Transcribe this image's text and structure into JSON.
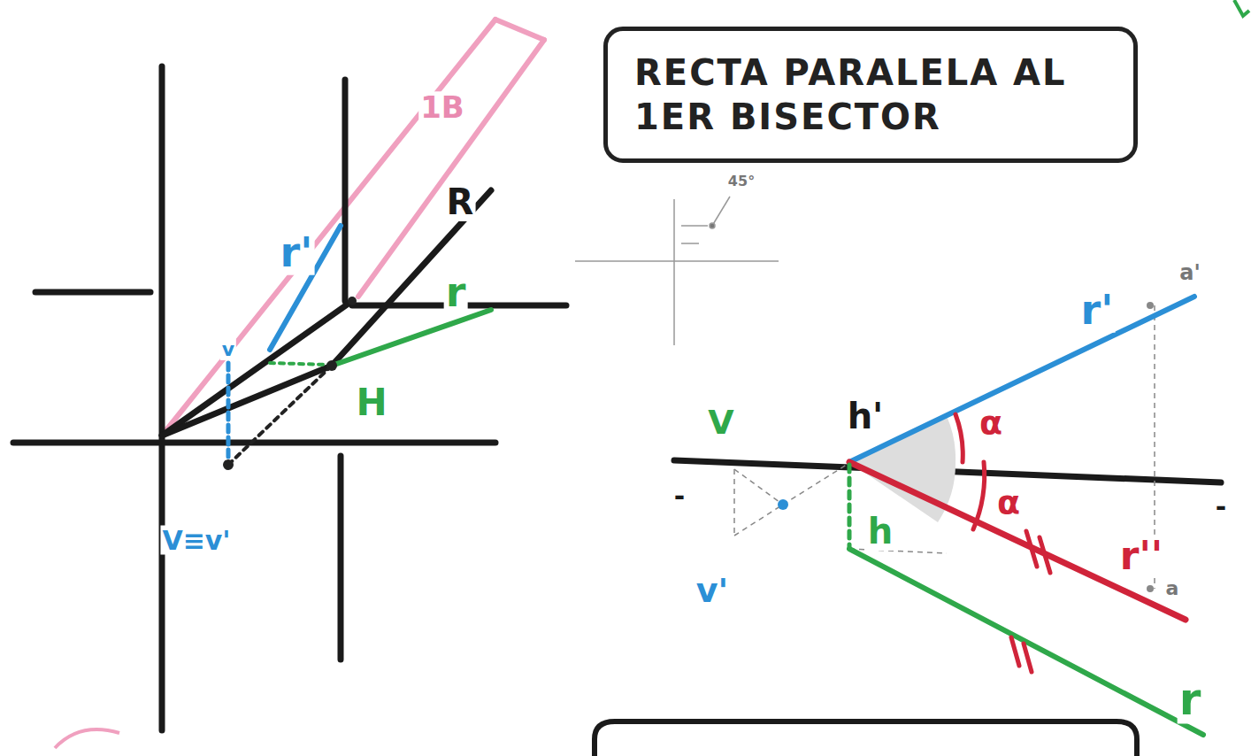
{
  "diagram": {
    "nodes": [
      {
        "text": [
          "RECTA PARALELA AL 1ER BISECTOR"
        ]
      }
    ],
    "labels": [
      "1B",
      "r'",
      "R",
      "r",
      "H",
      "v",
      "V≡v'",
      "45°",
      "r'",
      "a'",
      "α",
      "α",
      "V",
      "h'",
      "h",
      "v'",
      "r''",
      "a",
      "r",
      "-",
      "-"
    ]
  }
}
